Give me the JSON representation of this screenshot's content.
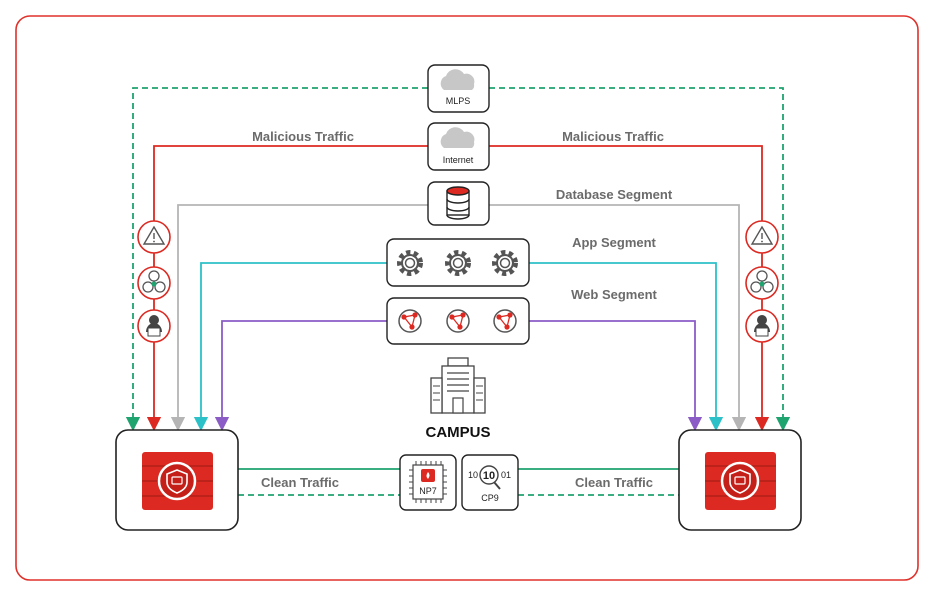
{
  "colors": {
    "frame": "#e0312b",
    "malicious": "#dc2a22",
    "clean": "#1fa36f",
    "database": "#b5b5b5",
    "app": "#2cc1c8",
    "web": "#8b5cc6",
    "box_stroke": "#222222"
  },
  "labels": {
    "mlps": "MLPS",
    "internet": "Internet",
    "malicious_left": "Malicious Traffic",
    "malicious_right": "Malicious Traffic",
    "database_segment": "Database Segment",
    "app_segment": "App Segment",
    "web_segment": "Web Segment",
    "campus": "CAMPUS",
    "clean_left": "Clean Traffic",
    "clean_right": "Clean Traffic",
    "np7": "NP7",
    "cp9_digits_left": "10",
    "cp9_digits_mid": "10",
    "cp9_digits_right": "01",
    "cp9": "CP9"
  },
  "icons": {
    "cloud": "cloud-icon",
    "database": "database-icon",
    "gear": "gear-icon",
    "web_node": "network-node-icon",
    "warning": "warning-icon",
    "biohazard": "biohazard-icon",
    "hacker": "hacker-icon",
    "building": "building-icon",
    "firewall": "firewall-shield-icon",
    "chip": "chip-icon",
    "magnifier": "magnifier-icon"
  }
}
